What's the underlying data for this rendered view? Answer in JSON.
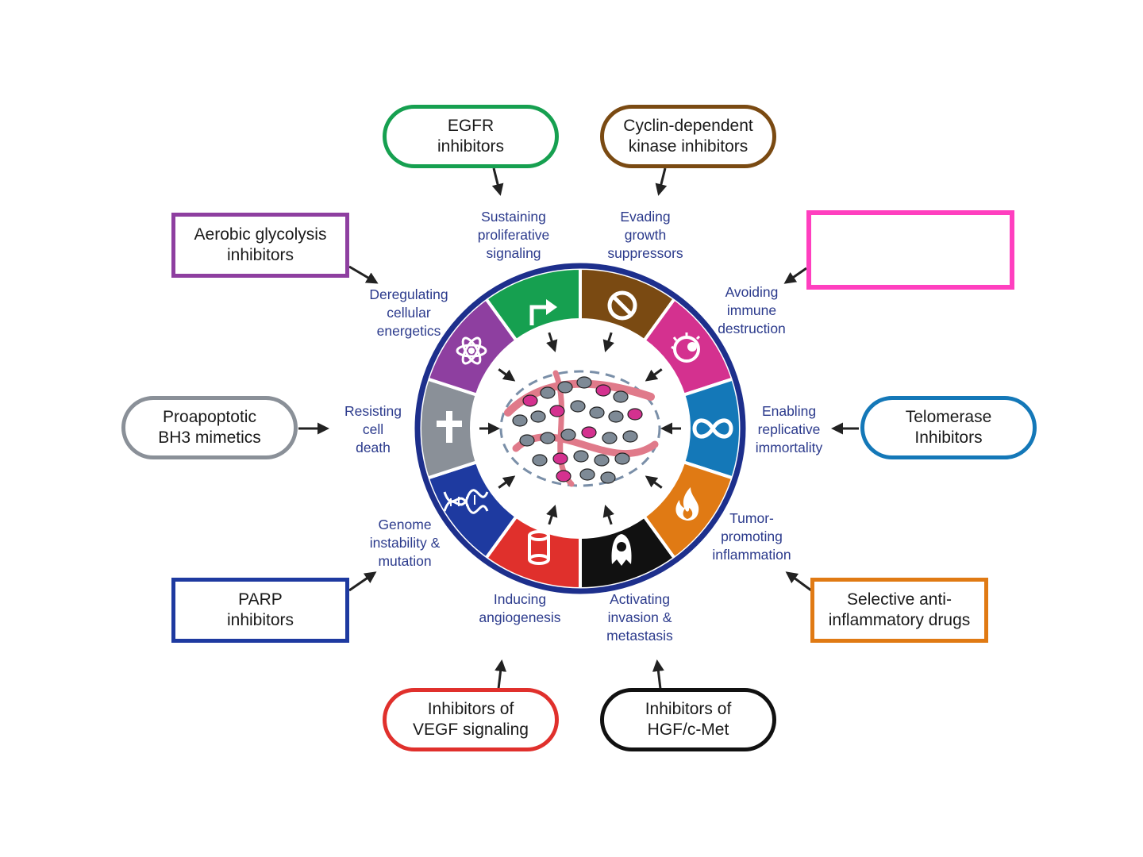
{
  "drugs": {
    "egfr": "EGFR\ninhibitors",
    "cdk": "Cyclin-dependent\nkinase inhibitors",
    "immune": "",
    "telomerase": "Telomerase\nInhibitors",
    "antiinflam": "Selective anti-\ninflammatory drugs",
    "hgf": "Inhibitors of\nHGF/c-Met",
    "vegf": "Inhibitors of\nVEGF signaling",
    "parp": "PARP\ninhibitors",
    "bh3": "Proapoptotic\nBH3 mimetics",
    "glycolysis": "Aerobic glycolysis\ninhibitors"
  },
  "hallmarks": {
    "proliferative": "Sustaining\nproliferative\nsignaling",
    "growth": "Evading\ngrowth\nsuppressors",
    "immune": "Avoiding\nimmune\ndestruction",
    "immortality": "Enabling\nreplicative\nimmortality",
    "inflammation": "Tumor-\npromoting\ninflammation",
    "invasion": "Activating\ninvasion &\nmetastasis",
    "angiogenesis": "Inducing\nangiogenesis",
    "genome": "Genome\ninstability &\nmutation",
    "death": "Resisting\ncell\ndeath",
    "energetics": "Deregulating\ncellular\nenergetics"
  },
  "colors": {
    "ring_border": "#1d2f8c",
    "proliferative": "#16a050",
    "growth": "#7a4a12",
    "immune": "#d4318f",
    "immortality": "#1478b8",
    "inflammation": "#e07a14",
    "invasion": "#111111",
    "angiogenesis": "#e0302c",
    "genome": "#1e3aa0",
    "death": "#8a9098",
    "energetics": "#8e3fa0",
    "highlight": "#ff3fbf"
  },
  "icons": {
    "proliferative": "bent-arrow-icon",
    "growth": "prohibition-icon",
    "immune": "immune-cell-icon",
    "immortality": "infinity-icon",
    "inflammation": "flame-icon",
    "invasion": "migrating-cell-icon",
    "angiogenesis": "blood-vessel-icon",
    "genome": "dna-icon",
    "death": "cross-icon",
    "energetics": "atom-icon"
  }
}
